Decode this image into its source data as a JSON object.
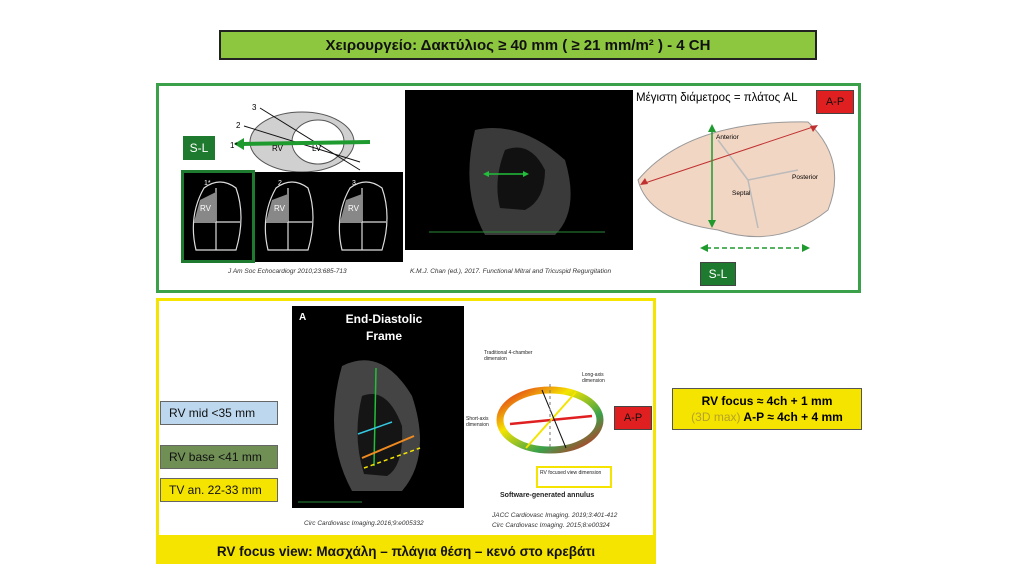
{
  "title": "Χειρουργείο: Δακτύλιος ≥ 40 mm ( ≥ 21 mm/m² ) - 4 CH",
  "top_panel": {
    "sl_left": "S-L",
    "labels_1": "1*",
    "labels_2": "2",
    "labels_3": "3",
    "label_rv": "RV",
    "label_lv": "LV",
    "ref_left": "J Am Soc Echocardiogr 2010;23:685-713",
    "ref_middle": "K.M.J. Chan (ed.), 2017. Functional Mitral and Tricuspid Regurgitation",
    "max_diameter": "Μέγιστη διάμετρος = πλάτος AL",
    "ap_badge": "A-P",
    "leaflet_anterior": "Anterior",
    "leaflet_posterior": "Posterior",
    "leaflet_septal": "Septal",
    "sl_right": "S-L"
  },
  "bottom_panel": {
    "echo_letter": "A",
    "echo_title_1": "End-Diastolic",
    "echo_title_2": "Frame",
    "rv_mid": "RV mid  <35 mm",
    "rv_base": "RV base <41 mm",
    "tv_an": "TV an. 22-33 mm",
    "ring_traditional": "Traditional 4-chamber dimension",
    "ring_long_axis": "Long-axis dimension",
    "ring_short_axis": "Short-axis dimension",
    "ring_rv_focused": "RV focused view dimension",
    "ring_caption": "Software-generated annulus",
    "ap_badge": "A-P",
    "ref_left": "Circ Cardiovasc Imaging.2016;9:e005332",
    "ref_right_1": "JACC Cardiovasc Imaging. 2019;3:401-412",
    "ref_right_2": "Circ Cardiovasc Imaging. 2015;8:e00324"
  },
  "side_note": {
    "line1": "RV focus ≈ 4ch + 1 mm",
    "line2_prefix": "(3D max)",
    "line2_rest": " A-P ≈ 4ch + 4 mm"
  },
  "bottom_bar": "RV focus view: Μασχάλη – πλάγια θέση – κενό στο κρεβάτι",
  "colors": {
    "green_accent": "#3aa14a",
    "yellow_accent": "#f5e400",
    "red_badge": "#e02020",
    "dark_green_badge": "#1e7a2e"
  }
}
